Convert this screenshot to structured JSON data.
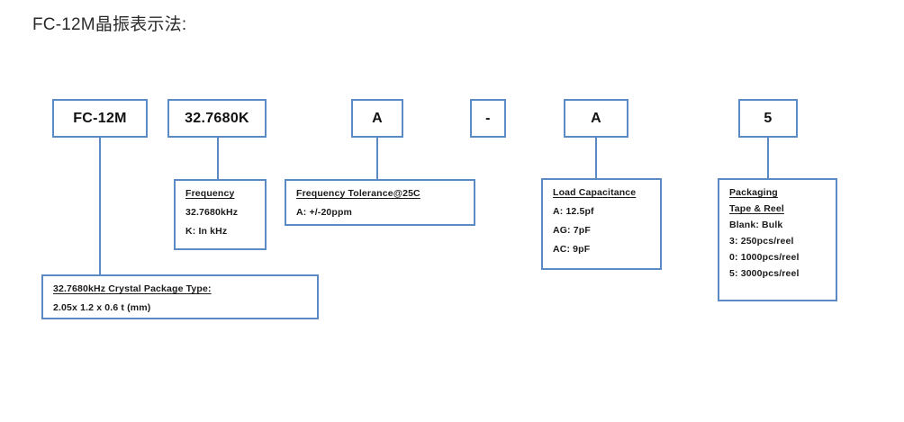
{
  "page": {
    "title": "FC-12M晶振表示法:",
    "accent_color": "#5b8bc4",
    "text_color": "#1a1a1a",
    "background": "#ffffff"
  },
  "part_number_segments": [
    {
      "id": "package-type",
      "value": "FC-12M"
    },
    {
      "id": "frequency",
      "value": "32.7680K"
    },
    {
      "id": "tolerance",
      "value": "A"
    },
    {
      "id": "separator",
      "value": "-"
    },
    {
      "id": "load-cap",
      "value": "A"
    },
    {
      "id": "packaging",
      "value": "5"
    }
  ],
  "detail_panels": {
    "frequency": {
      "heading": "Frequency",
      "lines": [
        "32.7680kHz",
        "K:  In kHz"
      ]
    },
    "tolerance": {
      "heading": "Frequency Tolerance@25C",
      "lines": [
        "A:  +/-20ppm"
      ]
    },
    "load_capacitance": {
      "heading": "Load Capacitance",
      "lines": [
        "A:  12.5pf",
        "AG: 7pF",
        "AC: 9pF"
      ]
    },
    "packaging": {
      "heading": "Packaging",
      "subheading": "Tape & Reel",
      "lines": [
        "Blank:  Bulk",
        "3:  250pcs/reel",
        "0:  1000pcs/reel",
        "5:  3000pcs/reel"
      ]
    },
    "package_type": {
      "heading": "32.7680kHz Crystal Package Type:",
      "lines": [
        "2.05x 1.2 x 0.6 t (mm)"
      ]
    }
  }
}
